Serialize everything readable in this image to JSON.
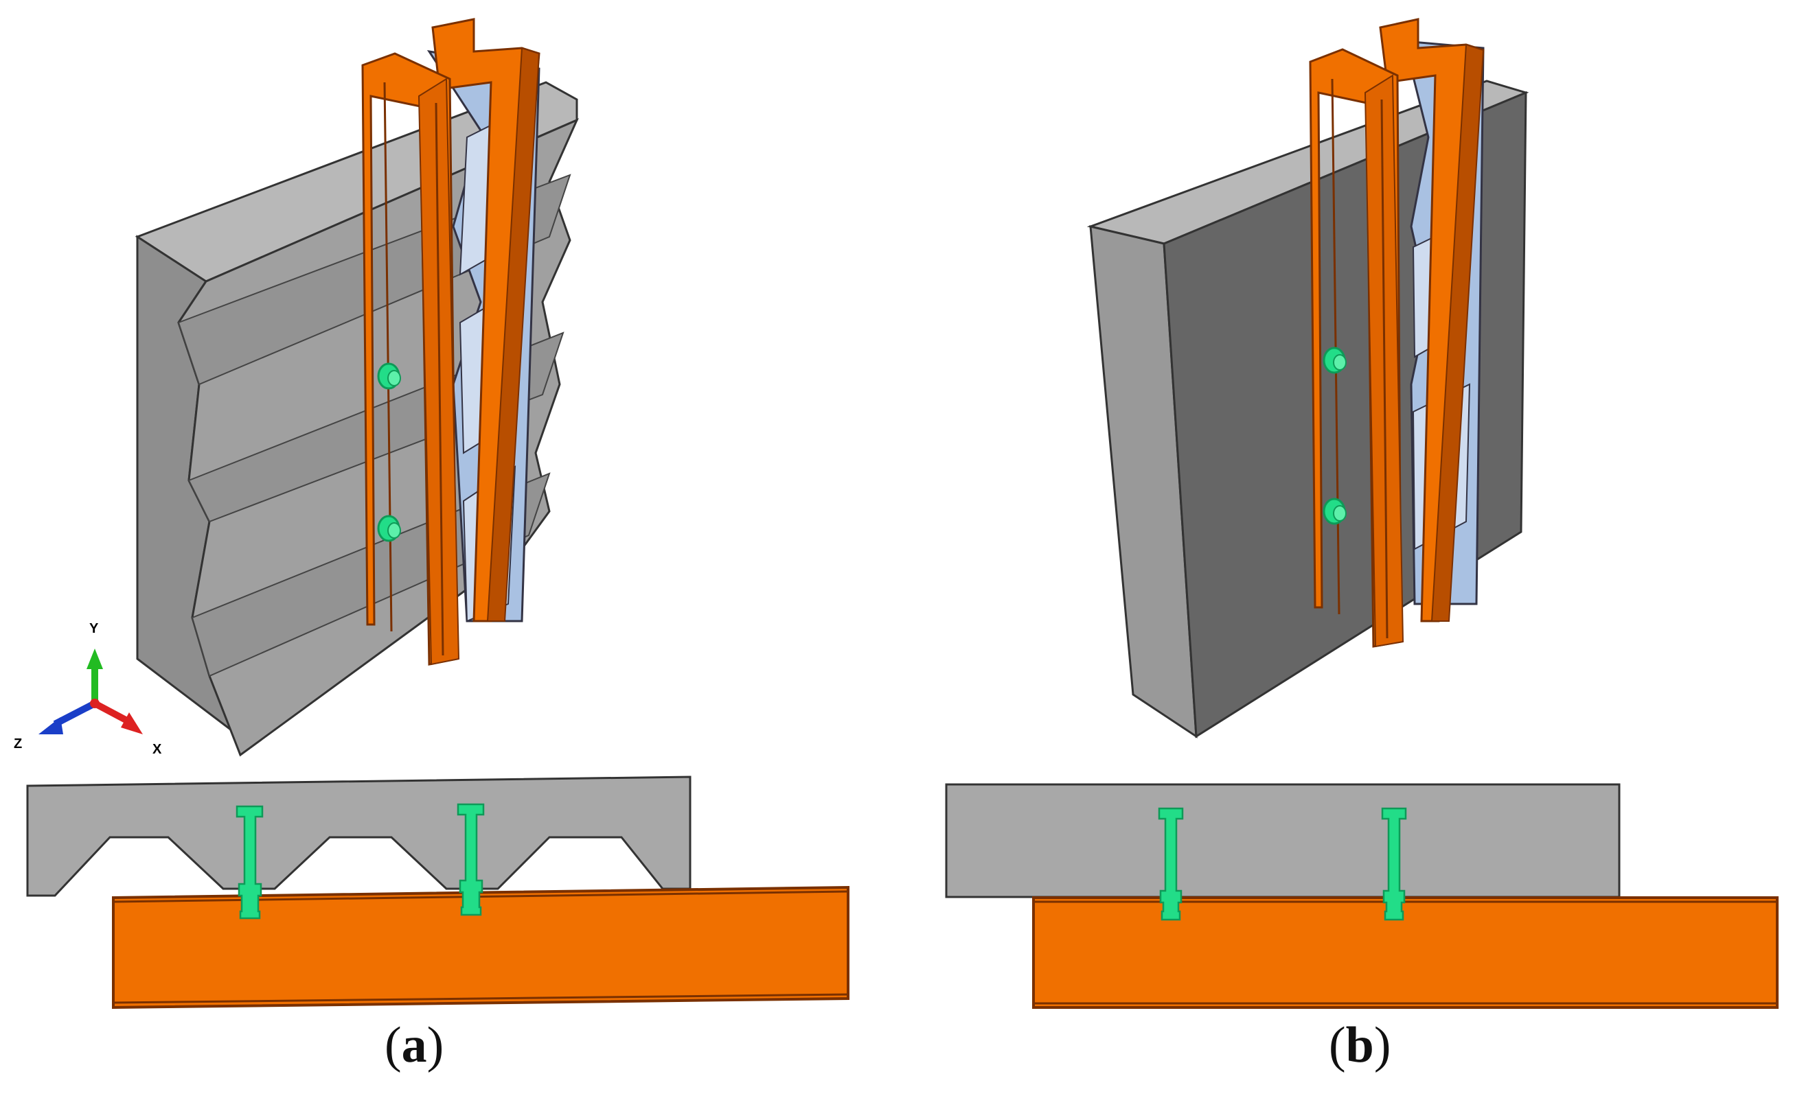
{
  "panels": [
    {
      "id": "a",
      "caption": {
        "open": "(",
        "letter": "a",
        "close": ")"
      }
    },
    {
      "id": "b",
      "caption": {
        "open": "(",
        "letter": "b",
        "close": ")"
      }
    }
  ],
  "axis_triad": {
    "y": "Y",
    "z": "Z",
    "x": "X"
  },
  "colors": {
    "steel": "#f07000",
    "steel_dark": "#b84e00",
    "steel_edge": "#7a3000",
    "concrete_light": "#a8a8a8",
    "concrete_mid": "#8e8e8e",
    "concrete_dark": "#666666",
    "deck_blue": "#a9c1e2",
    "stud": "#22dd88",
    "stud_dark": "#0e9a58",
    "axis_y": "#22bb22",
    "axis_z": "#1a3ec8",
    "axis_x": "#dd2222"
  }
}
